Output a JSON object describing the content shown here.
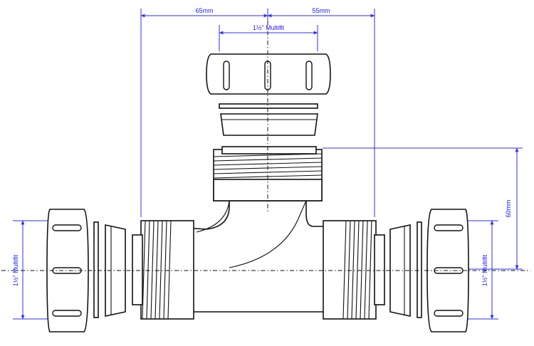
{
  "dimensions": {
    "left_width": "65mm",
    "right_width": "55mm",
    "branch_height": "60mm",
    "top_size": "1½\" Multifit",
    "left_size": "1½\" Multifit",
    "right_size": "1½\" Multifit"
  },
  "colors": {
    "dimension_lines": "#2d2dff",
    "outline": "#111111",
    "background": "#ffffff"
  }
}
